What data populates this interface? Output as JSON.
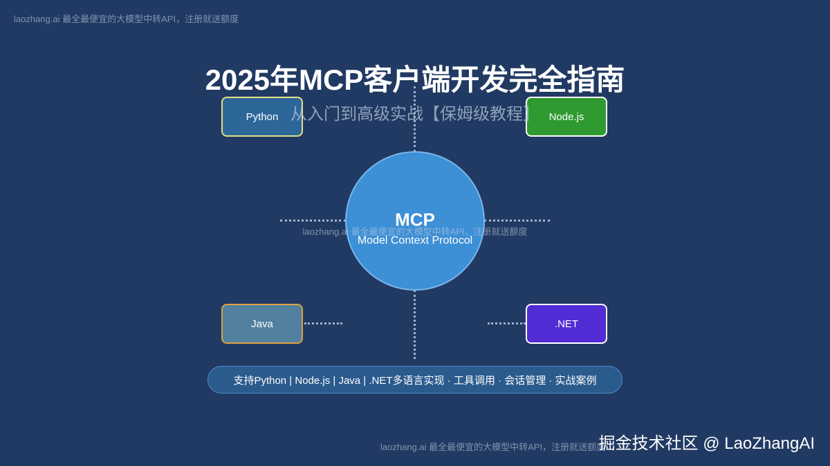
{
  "watermark": "laozhang.ai 最全最便宜的大模型中转API，注册就送额度",
  "title": "2025年MCP客户端开发完全指南",
  "subtitle": "从入门到高级实战【保姆级教程】",
  "center": {
    "label": "MCP",
    "sublabel": "Model Context Protocol",
    "color": "#3d8fd6"
  },
  "languages": [
    {
      "label": "Python",
      "fill": "#2d6699",
      "border": "#e8e08a"
    },
    {
      "label": "Node.js",
      "fill": "#2f9a30",
      "border": "#ffffff"
    },
    {
      "label": "Java",
      "fill": "#52809f",
      "border": "#e0a040"
    },
    {
      "label": ".NET",
      "fill": "#512bd4",
      "border": "#ffffff"
    }
  ],
  "features": "支持Python | Node.js | Java | .NET多语言实现 · 工具调用 · 会话管理 · 实战案例",
  "credit": "掘金技术社区 @ LaoZhangAI"
}
